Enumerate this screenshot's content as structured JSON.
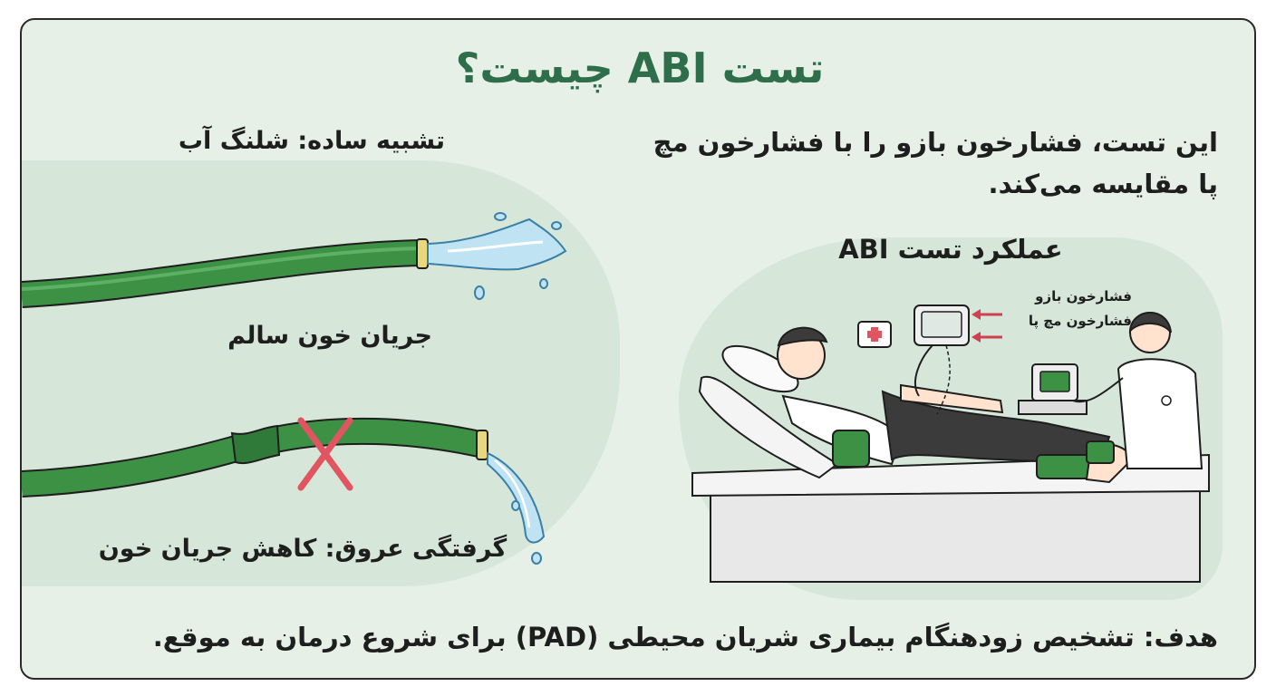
{
  "title": "تست ABI چیست؟",
  "analogy": {
    "title": "تشبیه ساده: شلنگ آب",
    "healthy_label": "جریان خون سالم",
    "blocked_label": "گرفتگی عروق: کاهش جریان خون"
  },
  "description": "این تست، فشارخون بازو را با فشارخون مچ پا مقایسه می‌کند.",
  "abi_section": {
    "title": "عملکرد تست ABI",
    "arm_pressure_label": "فشارخون بازو",
    "ankle_pressure_label": "فشارخون مچ پا"
  },
  "goal": "هدف: تشخیص زودهنگام بیماری شریان محیطی (PAD) برای شروع درمان به موقع.",
  "colors": {
    "title_green": "#2f6e4a",
    "hose_green": "#3d9145",
    "background": "#e6f0e7",
    "water_blue": "#bfe3f3",
    "cross_red": "#e05560"
  }
}
